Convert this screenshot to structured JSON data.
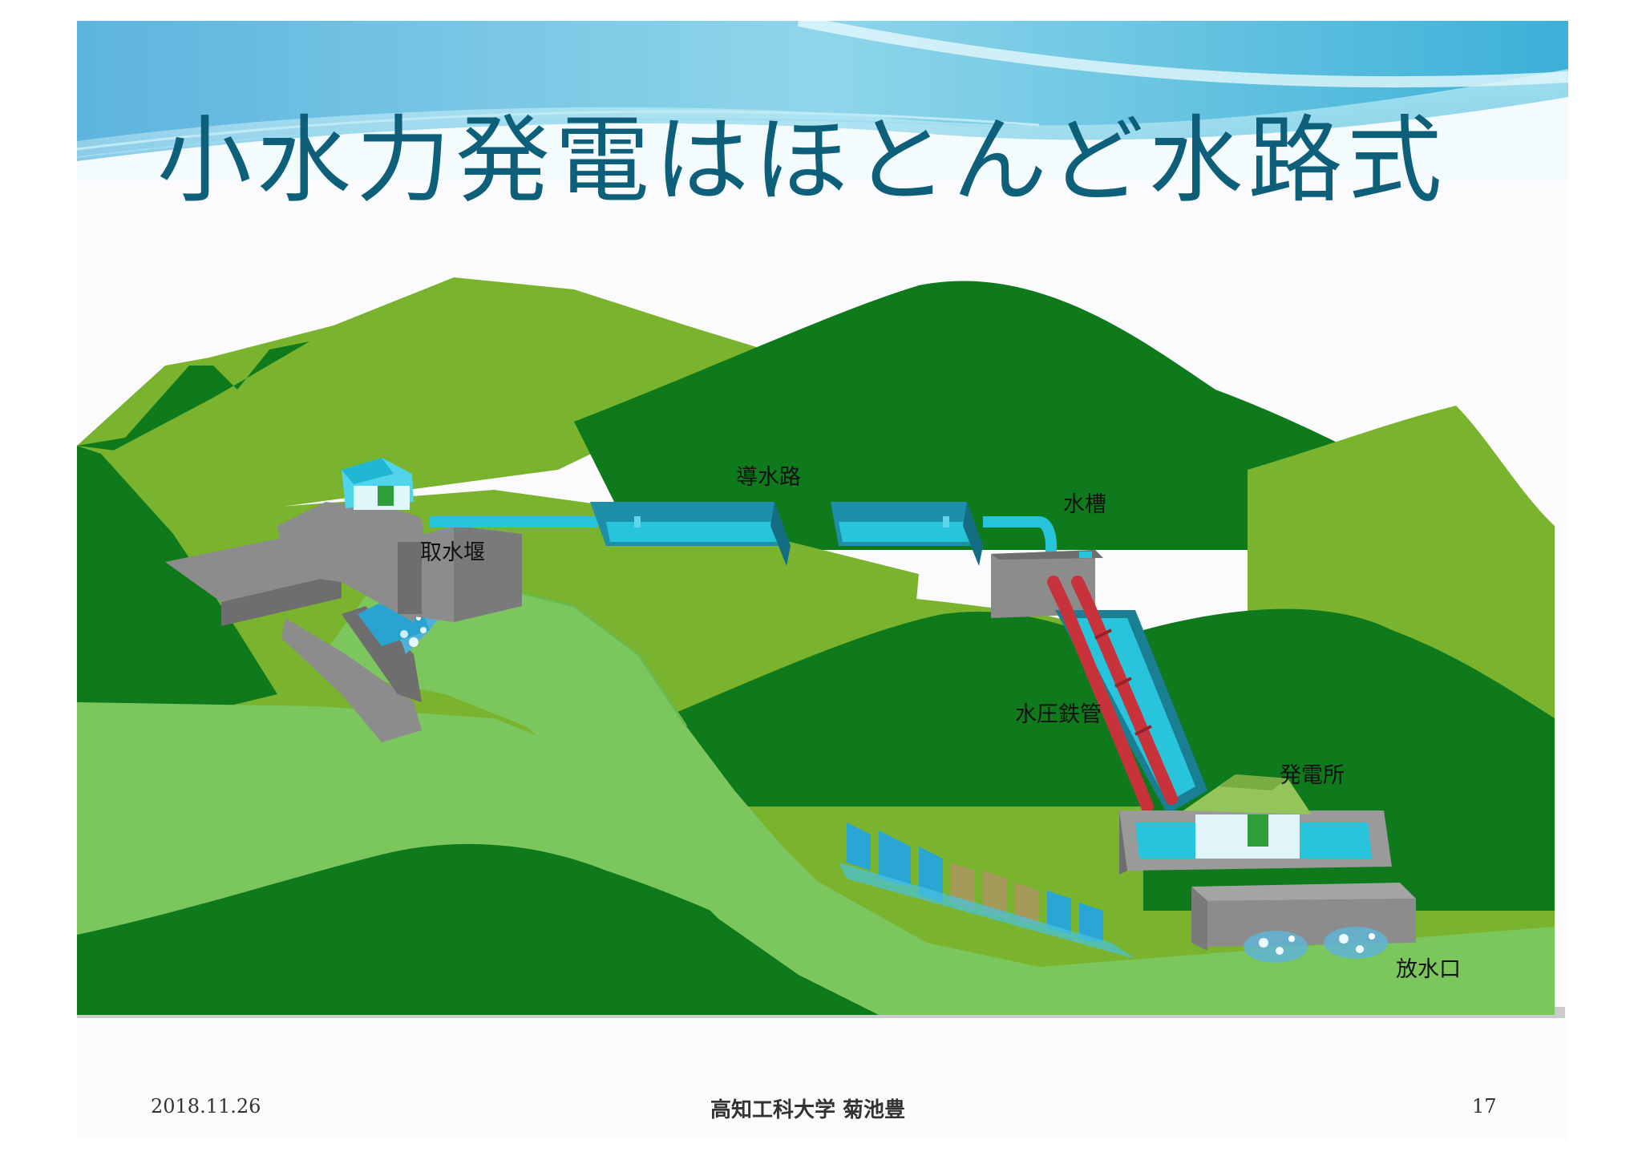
{
  "title": "小水力発電はほとんど水路式",
  "labels": {
    "intake_weir": "取水堰",
    "headrace": "導水路",
    "head_tank": "水槽",
    "penstock": "水圧鉄管",
    "powerhouse": "発電所",
    "outlet": "放水口"
  },
  "footer": {
    "date": "2018.11.26",
    "organization": "高知工科大学 菊池豊",
    "page": "17"
  },
  "colors": {
    "title": "#0e5f7a",
    "dark_green": "#0f7a1c",
    "mid_green": "#7ab32e",
    "light_green": "#7cc65e",
    "water": "#28c4dc",
    "pipe_red": "#c8323b",
    "concrete": "#8c8c8c"
  }
}
